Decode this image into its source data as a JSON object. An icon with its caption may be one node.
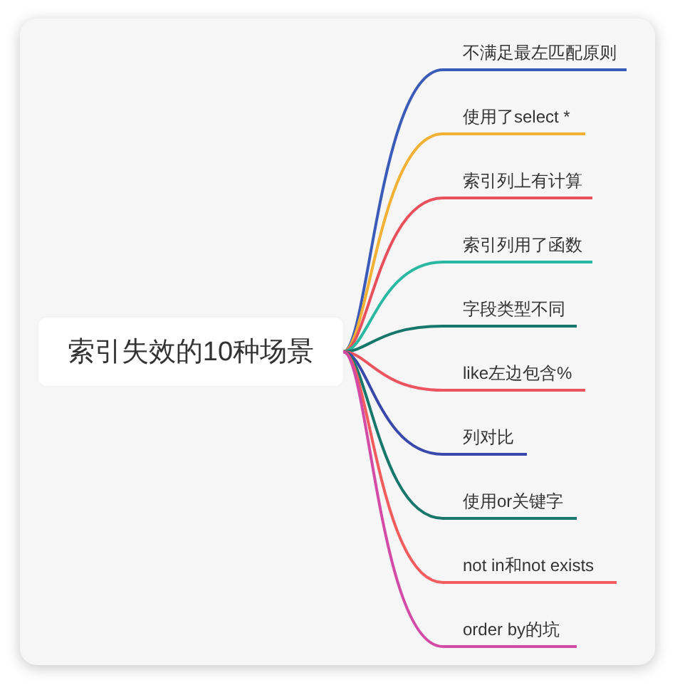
{
  "diagram": {
    "nodes": [
      {
        "text": [
          "索引失效的10种场景"
        ]
      },
      {
        "text": [
          "不满足最左匹配原则"
        ]
      },
      {
        "text": [
          "使用了select *"
        ]
      },
      {
        "text": [
          "索引列上有计算"
        ]
      },
      {
        "text": [
          "索引列用了函数"
        ]
      },
      {
        "text": [
          "字段类型不同"
        ]
      },
      {
        "text": [
          "like左边包含%"
        ]
      },
      {
        "text": [
          "列对比"
        ]
      },
      {
        "text": [
          "使用or关键字"
        ]
      },
      {
        "text": [
          "not in和not exists"
        ]
      },
      {
        "text": [
          "order by的坑"
        ]
      }
    ],
    "edges": [
      {
        "from": 0,
        "to": 1,
        "arrow": "none",
        "color": "#3a5bb8"
      },
      {
        "from": 0,
        "to": 2,
        "arrow": "none",
        "color": "#f2b134"
      },
      {
        "from": 0,
        "to": 3,
        "arrow": "none",
        "color": "#e8505b"
      },
      {
        "from": 0,
        "to": 4,
        "arrow": "none",
        "color": "#2bb8a3"
      },
      {
        "from": 0,
        "to": 5,
        "arrow": "none",
        "color": "#17776b"
      },
      {
        "from": 0,
        "to": 6,
        "arrow": "none",
        "color": "#ec5560"
      },
      {
        "from": 0,
        "to": 7,
        "arrow": "none",
        "color": "#3949ab"
      },
      {
        "from": 0,
        "to": 8,
        "arrow": "none",
        "color": "#17776b"
      },
      {
        "from": 0,
        "to": 9,
        "arrow": "none",
        "color": "#f25c5c"
      },
      {
        "from": 0,
        "to": 10,
        "arrow": "none",
        "color": "#d24ba6"
      }
    ]
  }
}
